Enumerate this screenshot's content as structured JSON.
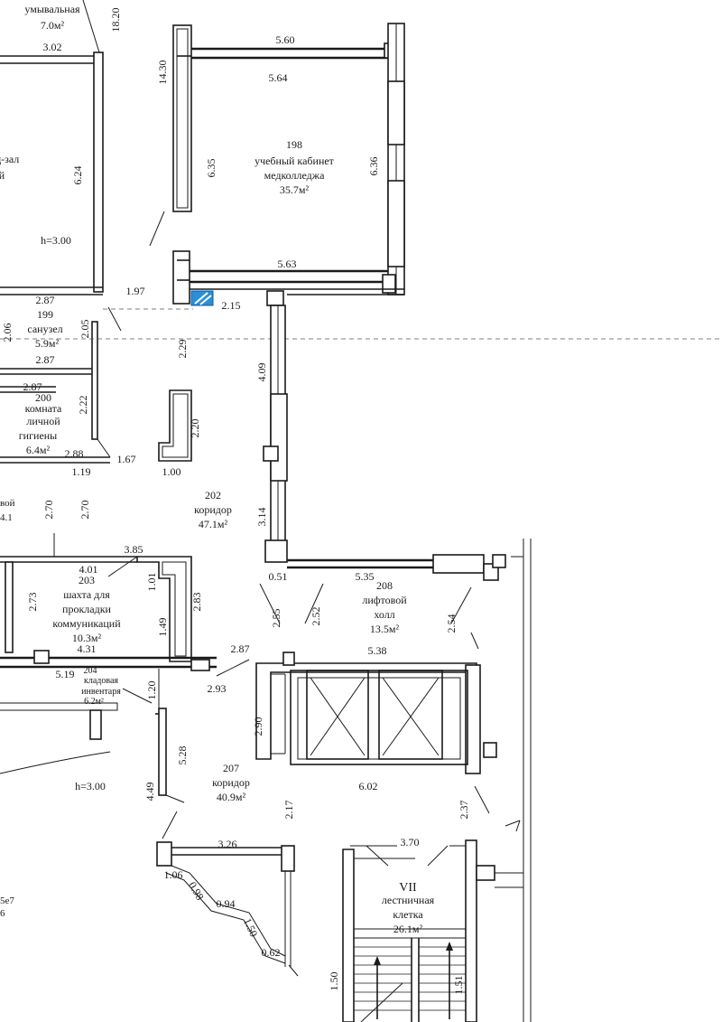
{
  "rooms": [
    {
      "number": "",
      "name1": "умывальная",
      "name2": "",
      "area": "7.0м²"
    },
    {
      "number": "",
      "name1": "ц-зал",
      "name2": "й",
      "area": ""
    },
    {
      "number": "198",
      "name1": "учебный кабинет",
      "name2": "медколледжа",
      "area": "35.7м²"
    },
    {
      "number": "199",
      "name1": "санузел",
      "name2": "",
      "area": "5.9м²"
    },
    {
      "number": "200",
      "name1": "комната",
      "name2": "личной",
      "name3": "гигиены",
      "area": "6.4м²"
    },
    {
      "number": "202",
      "name1": "коридор",
      "name2": "",
      "area": "47.1м²"
    },
    {
      "number": "203",
      "name1": "шахта для",
      "name2": "прокладки",
      "name3": "коммуникаций",
      "area": "10.3м²"
    },
    {
      "number": "204",
      "name1": "кладовая",
      "name2": "инвентаря",
      "area": "6.2м²"
    },
    {
      "number": "207",
      "name1": "коридор",
      "name2": "",
      "area": "40.9м²"
    },
    {
      "number": "208",
      "name1": "лифтовой",
      "name2": "холл",
      "area": "13.5м²"
    },
    {
      "number": "VII",
      "name1": "лестничная",
      "name2": "клетка",
      "area": "26.1м²"
    }
  ],
  "heights": [
    "h=3.00",
    "h=3.00"
  ],
  "dims": {
    "d1820": "18.20",
    "d302": "3.02",
    "d624": "6.24",
    "d1430": "14.30",
    "d560": "5.60",
    "d564": "5.64",
    "d635": "6.35",
    "d636": "6.36",
    "d563": "5.63",
    "d197": "1.97",
    "d287a": "2.87",
    "d215": "2.15",
    "d206": "2.06",
    "d205": "2.05",
    "d229": "2.29",
    "d287b": "2.87",
    "d287c": "2.87",
    "d409": "4.09",
    "d222": "2.22",
    "d220": "2.20",
    "d288": "2.88",
    "d119": "1.19",
    "d167": "1.67",
    "d100": "1.00",
    "d270a": "2.70",
    "d270b": "2.70",
    "d314": "3.14",
    "d385": "3.85",
    "d401": "4.01",
    "d051": "0.51",
    "d535": "5.35",
    "d101": "1.01",
    "d273": "2.73",
    "d283": "2.83",
    "d255": "2.55",
    "d252": "2.52",
    "d254": "2.54",
    "d149": "1.49",
    "d431": "4.31",
    "d287d": "2.87",
    "d538": "5.38",
    "d519": "5.19",
    "d120": "1.20",
    "d293": "2.93",
    "d290": "2.90",
    "d528": "5.28",
    "d602": "6.02",
    "d449": "4.49",
    "d217": "2.17",
    "d237": "2.37",
    "d326": "3.26",
    "d370": "3.70",
    "d106": "1.06",
    "d098": "0.98",
    "d094": "0.94",
    "d150": "1.50",
    "d062": "0.62",
    "d150b": "1.50",
    "d151": "1.51"
  },
  "edge_left": [
    "вой",
    "4.1"
  ],
  "edge_bottom_left": [
    "5е7",
    "6"
  ]
}
